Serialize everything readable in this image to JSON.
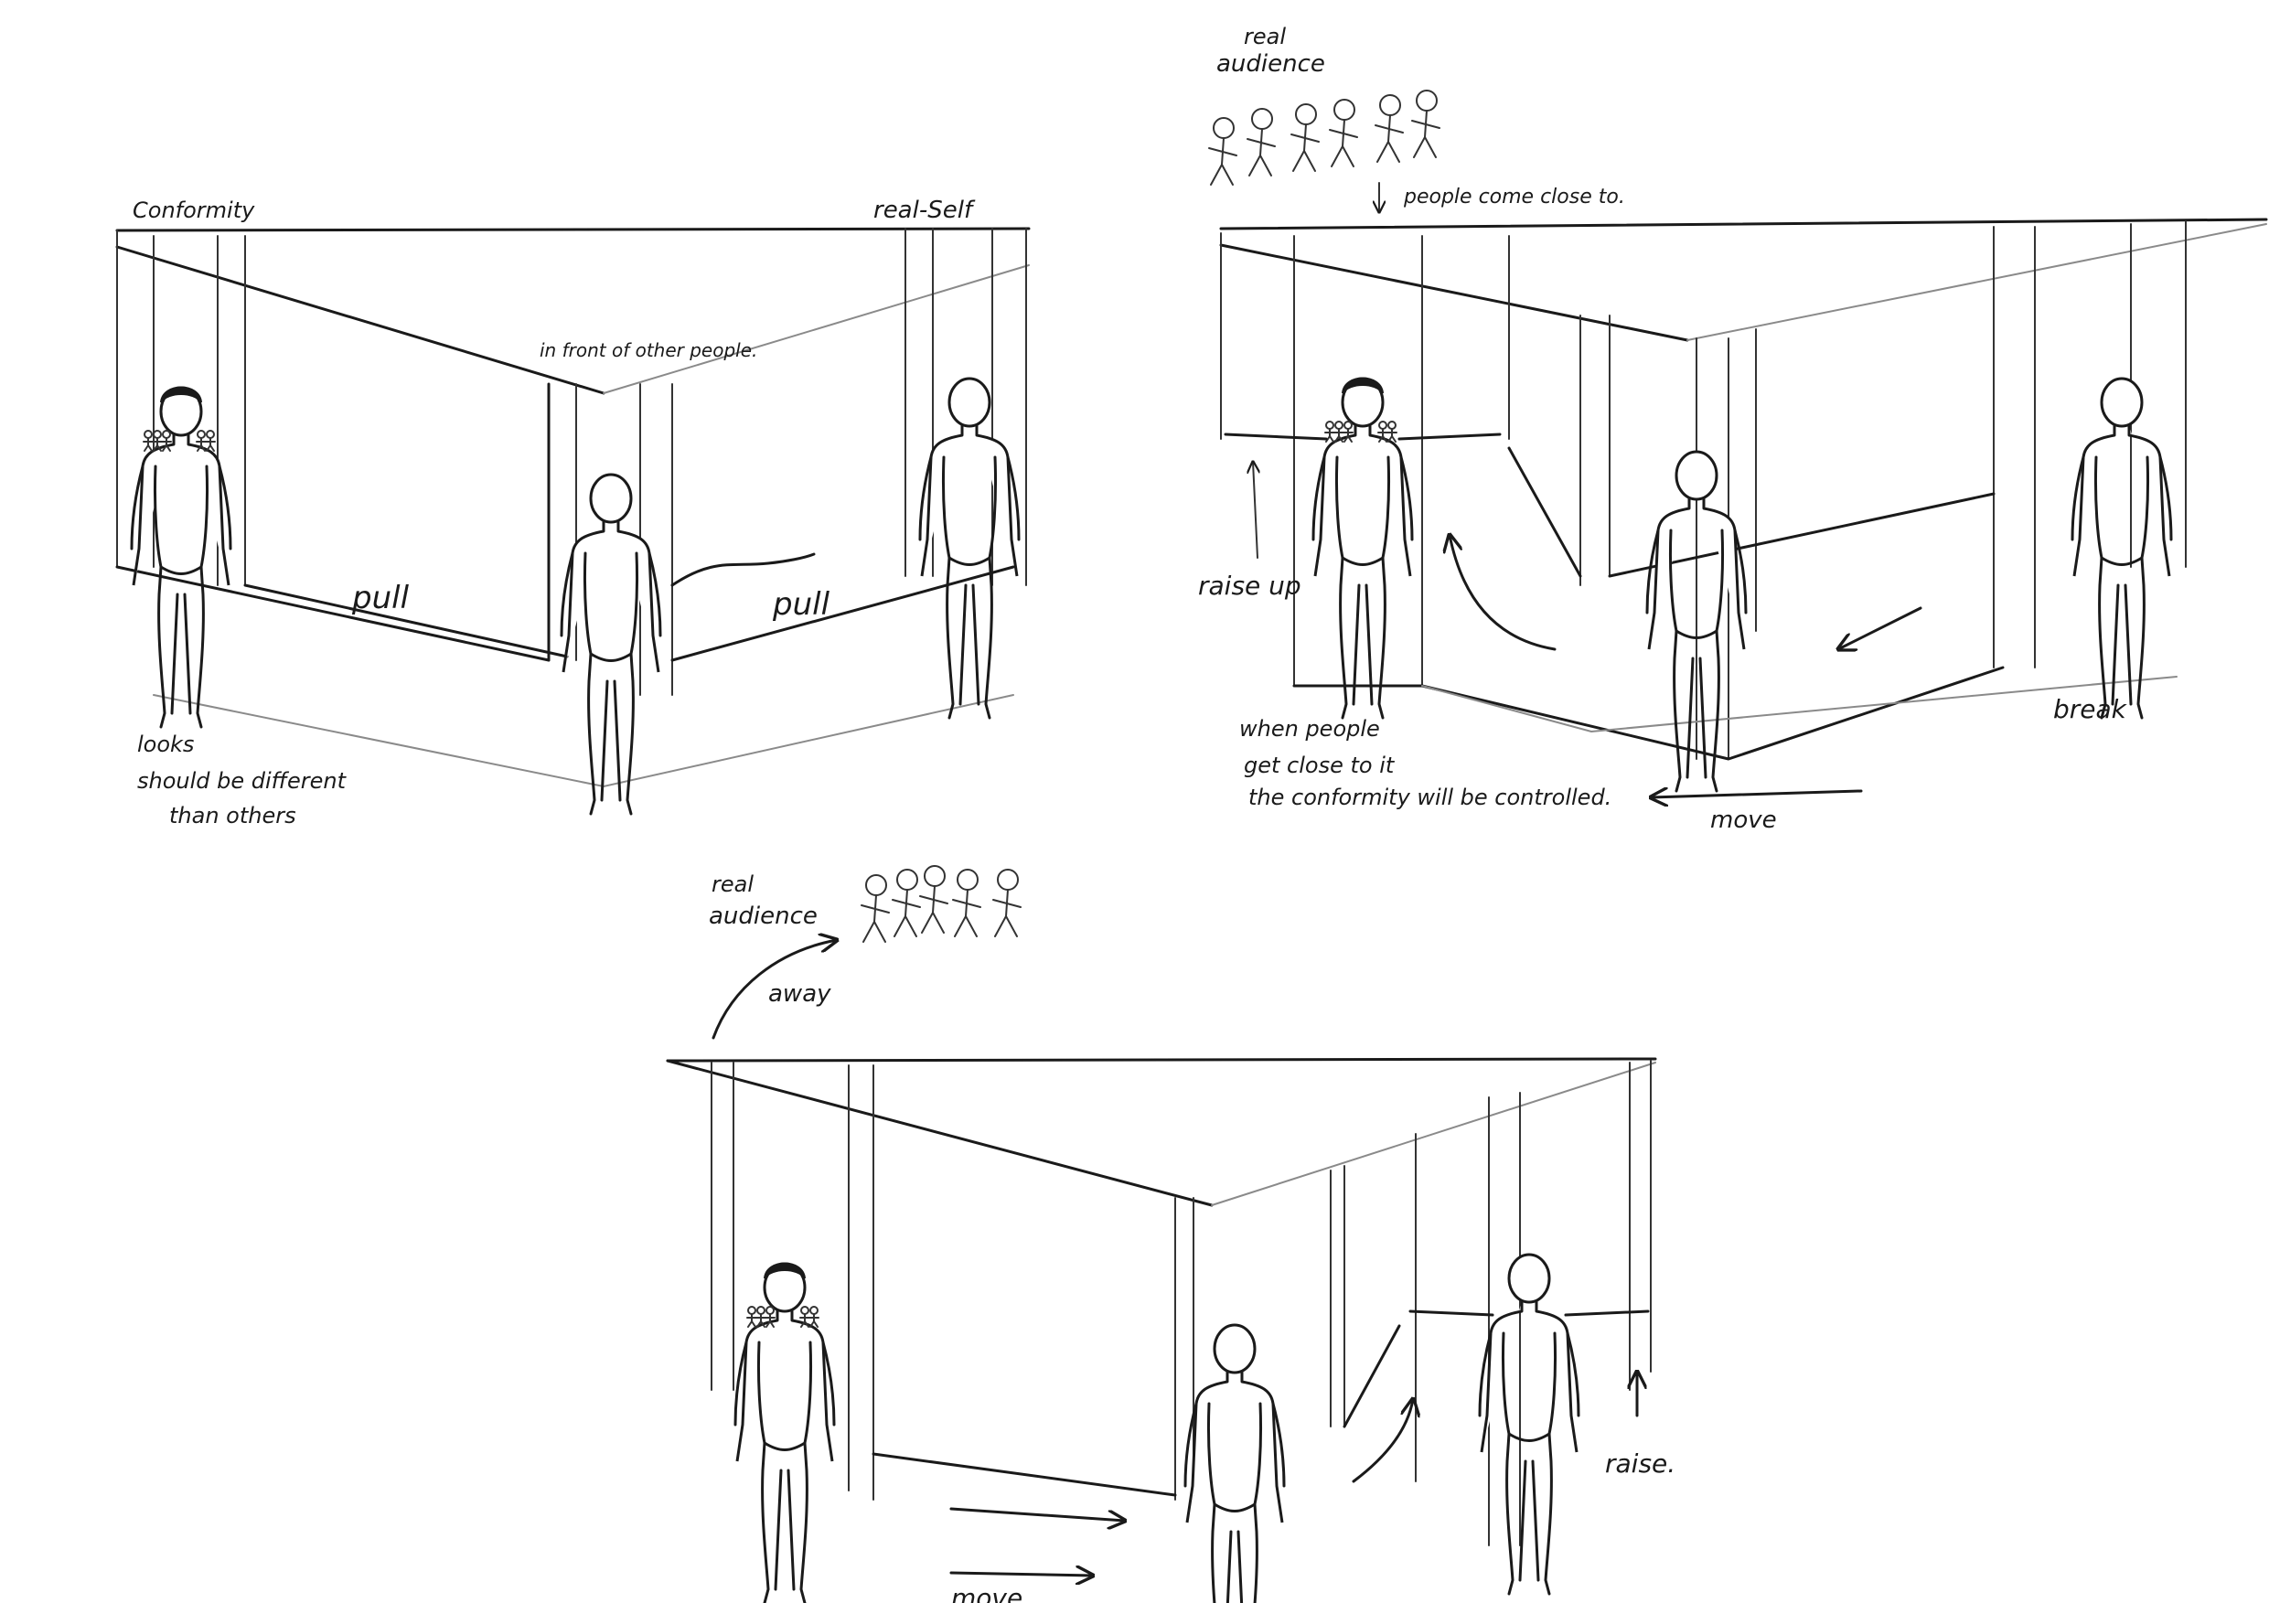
{
  "panel1": {
    "label_conformity": "Conformity",
    "label_real_self": "real-Self",
    "label_in_front": "in front of other people.",
    "label_pull_left": "pull",
    "label_pull_right": "pull",
    "note_looks_1": "looks",
    "note_looks_2": "should be different",
    "note_looks_3": "than others"
  },
  "panel2": {
    "label_real_audience_1": "real",
    "label_real_audience_2": "audience",
    "label_people_close": "people come close to.",
    "label_raise_up": "raise up",
    "label_break": "break",
    "label_move": "move",
    "note_when_1": "when people",
    "note_when_2": "get close to it",
    "note_when_3": "the conformity will be controlled."
  },
  "panel3": {
    "label_real_audience_1": "real",
    "label_real_audience_2": "audience",
    "label_away": "away",
    "label_move": "move",
    "label_raise": "raise."
  },
  "colors": {
    "ink": "#1a1a1a",
    "paper": "#ffffff",
    "guide": "#8a8a8a"
  }
}
